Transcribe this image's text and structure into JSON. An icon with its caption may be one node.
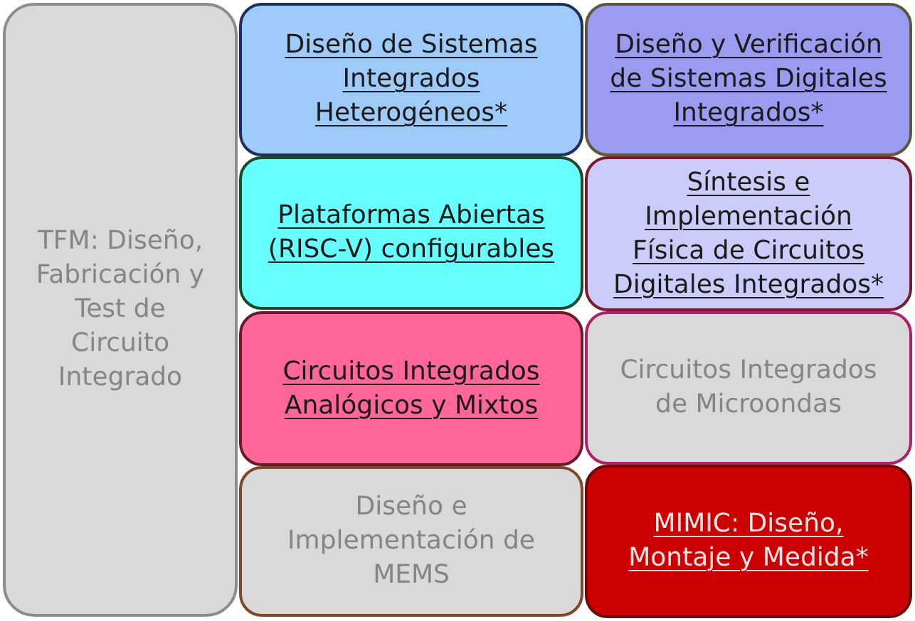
{
  "diagram": {
    "nodes": [
      {
        "text": [
          "TFM: Diseño, Fabricación y Test de Circuito Integrado"
        ]
      },
      {
        "text": [
          "Diseño de Sistemas Integrados Heterogéneos*"
        ]
      },
      {
        "text": [
          "Diseño y Verificación de Sistemas Digitales Integrados*"
        ]
      },
      {
        "text": [
          "Plataformas Abiertas (RISC-V) configurables"
        ]
      },
      {
        "text": [
          "Síntesis e Implementación Física de Circuitos Digitales Integrados*"
        ]
      },
      {
        "text": [
          "Circuitos Integrados Analógicos y Mixtos"
        ]
      },
      {
        "text": [
          "Circuitos Integrados de Microondas"
        ]
      },
      {
        "text": [
          "Diseño e Implementación de MEMS"
        ]
      },
      {
        "text": [
          "MIMIC: Diseño, Montaje y Medida*"
        ]
      }
    ]
  }
}
